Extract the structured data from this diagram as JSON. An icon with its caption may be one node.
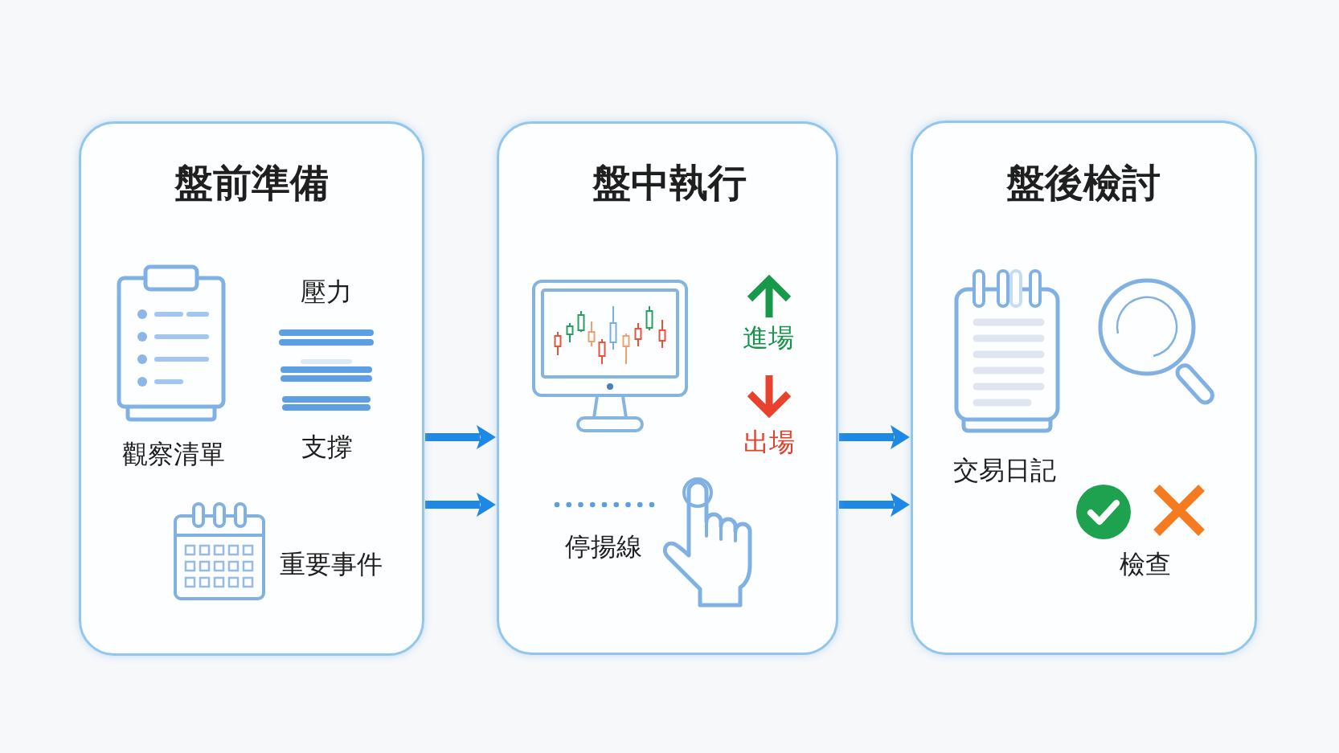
{
  "diagram": {
    "nodes": [
      {
        "text": [
          "盤前準備",
          "壓力",
          "觀察清單",
          "支撐",
          "重要事件"
        ]
      },
      {
        "text": [
          "盤中執行",
          "進場",
          "出場",
          "停揚線"
        ]
      },
      {
        "text": [
          "盤後檢討",
          "交易日記",
          "檢查"
        ]
      }
    ],
    "edges": [
      {
        "from": 0,
        "to": 1,
        "arrow": "to"
      },
      {
        "from": 0,
        "to": 1,
        "arrow": "to"
      },
      {
        "from": 1,
        "to": 2,
        "arrow": "to"
      },
      {
        "from": 1,
        "to": 2,
        "arrow": "to"
      }
    ]
  }
}
